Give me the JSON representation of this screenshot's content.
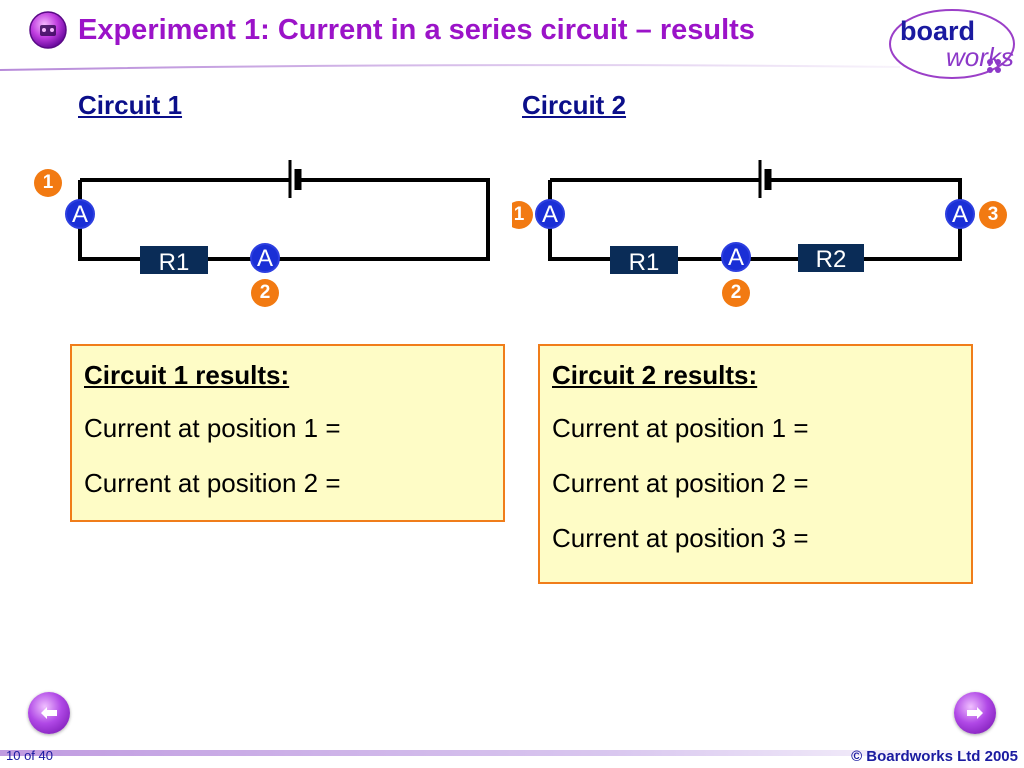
{
  "slide": {
    "title": "Experiment 1: Current in a series circuit – results",
    "brand_logo": {
      "line1": "board",
      "line2": "works"
    },
    "page_number": "10 of 40",
    "copyright": "© Boardworks Ltd 2005"
  },
  "circuit1": {
    "heading": "Circuit 1",
    "resistor_label": "R1",
    "ammeter_symbol": "A",
    "positions": [
      "1",
      "2"
    ]
  },
  "circuit2": {
    "heading": "Circuit 2",
    "resistor_labels": [
      "R1",
      "R2"
    ],
    "ammeter_symbol": "A",
    "positions": [
      "1",
      "2",
      "3"
    ]
  },
  "results1": {
    "title": "Circuit 1 results:",
    "lines": [
      "Current at position 1 =",
      "Current at position 2 ="
    ]
  },
  "results2": {
    "title": "Circuit 2 results:",
    "lines": [
      "Current at position 1 =",
      "Current at position 2 =",
      "Current at position 3 ="
    ]
  },
  "nav": {
    "prev_icon": "back-arrow-icon",
    "next_icon": "forward-arrow-icon"
  },
  "colors": {
    "title": "#9b13c8",
    "heading": "#0b0f8a",
    "ammeter_fill": "#1a2fd6",
    "position_marker": "#f27a12",
    "resistor_fill": "#0a2c57",
    "results_bg": "#fefcc6",
    "results_border": "#f07d1a"
  }
}
